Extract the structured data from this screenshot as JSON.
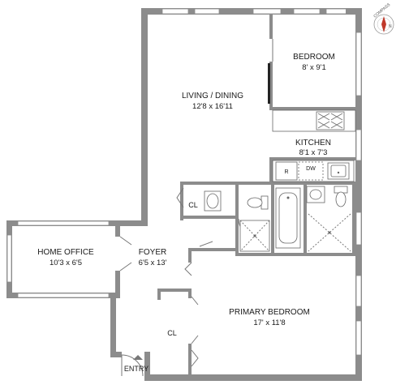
{
  "rooms": {
    "living": {
      "name": "LIVING / DINING",
      "dims": "12'8 x 16'11"
    },
    "bedroom": {
      "name": "BEDROOM",
      "dims": "8' x 9'1"
    },
    "kitchen": {
      "name": "KITCHEN",
      "dims": "8'1 x 7'3"
    },
    "home_office": {
      "name": "HOME OFFICE",
      "dims": "10'3 x 6'5"
    },
    "foyer": {
      "name": "FOYER",
      "dims": "6'5 x 13'"
    },
    "primary_bedroom": {
      "name": "PRIMARY BEDROOM",
      "dims": "17' x 11'8"
    }
  },
  "closets": {
    "hall": "CL",
    "primary": "CL"
  },
  "appliances": {
    "refrigerator": "R",
    "dishwasher": "DW"
  },
  "entry_label": "ENTRY",
  "compass": {
    "ring_text": "COMPASS",
    "north": "N"
  }
}
